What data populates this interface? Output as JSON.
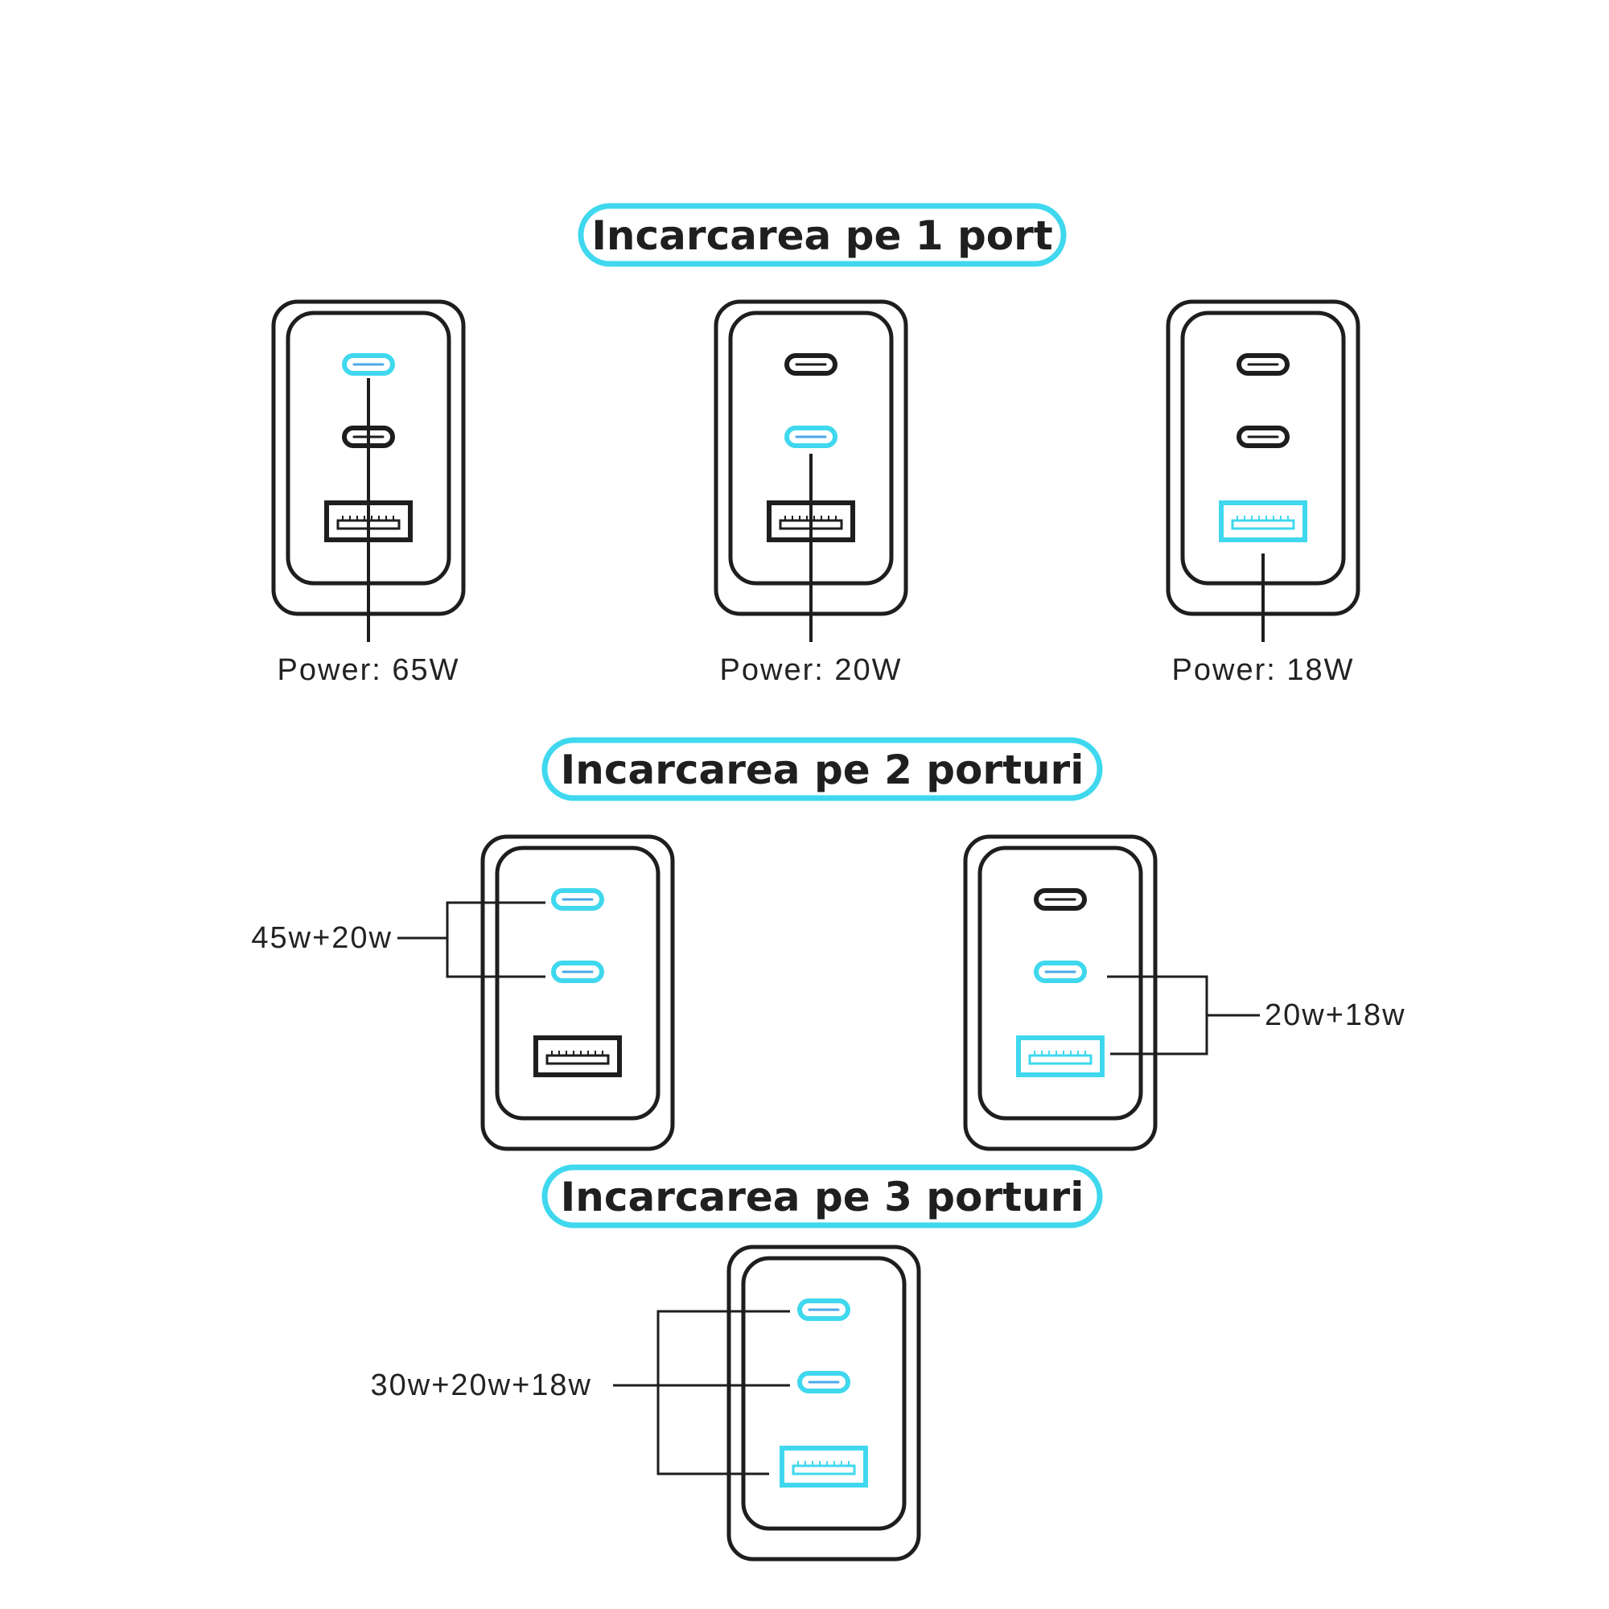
{
  "colors": {
    "accent": "#3fd8ee",
    "accent_dark": "#4aa8e8",
    "outline": "#1e1e1e",
    "background": "#ffffff"
  },
  "sections": [
    {
      "title": "Incarcarea pe 1 port"
    },
    {
      "title": "Incarcarea pe 2 porturi"
    },
    {
      "title": "Incarcarea pe 3 porturi"
    }
  ],
  "single_port": [
    {
      "active_port": "usb-c-1",
      "label": "Power:  65W"
    },
    {
      "active_port": "usb-c-2",
      "label": "Power:  20W"
    },
    {
      "active_port": "usb-a",
      "label": "Power:  18W"
    }
  ],
  "dual_port": [
    {
      "active_ports": [
        "usb-c-1",
        "usb-c-2"
      ],
      "label": "45w+20w"
    },
    {
      "active_ports": [
        "usb-c-2",
        "usb-a"
      ],
      "label": "20w+18w"
    }
  ],
  "triple_port": {
    "active_ports": [
      "usb-c-1",
      "usb-c-2",
      "usb-a"
    ],
    "label": "30w+20w+18w"
  },
  "icons": [
    "charger-icon",
    "usb-c-port-icon",
    "usb-a-port-icon"
  ]
}
